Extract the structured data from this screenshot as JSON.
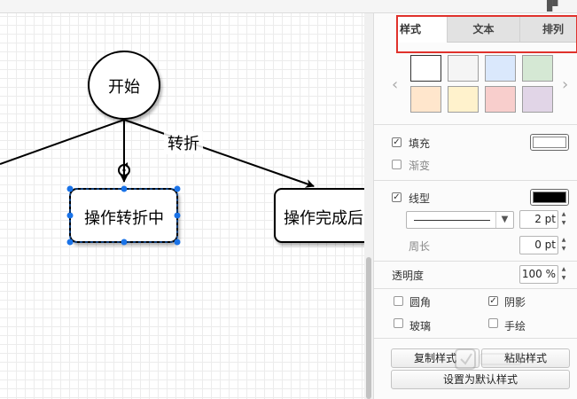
{
  "canvas": {
    "nodes": {
      "start": "开始",
      "in_progress": "操作转折中",
      "done_partial": "操作完成后"
    },
    "edge_label": "转折"
  },
  "panel": {
    "tabs": [
      {
        "label": "样式",
        "active": true
      },
      {
        "label": "文本",
        "active": false
      },
      {
        "label": "排列",
        "active": false
      }
    ],
    "swatches": [
      {
        "fill": "#ffffff",
        "border": "#333333"
      },
      {
        "fill": "#f5f5f5",
        "border": "#9e9e9e"
      },
      {
        "fill": "#dae8fc",
        "border": "#9e9e9e"
      },
      {
        "fill": "#d5e8d4",
        "border": "#9e9e9e"
      },
      {
        "fill": "#ffe6cc",
        "border": "#9e9e9e"
      },
      {
        "fill": "#fff2cc",
        "border": "#9e9e9e"
      },
      {
        "fill": "#f8cecc",
        "border": "#9e9e9e"
      },
      {
        "fill": "#e1d5e7",
        "border": "#9e9e9e"
      }
    ],
    "fill": {
      "label": "填充",
      "checked": true,
      "color": "#ffffff"
    },
    "gradient": {
      "label": "渐变",
      "checked": false
    },
    "line": {
      "label": "线型",
      "checked": true,
      "color": "#000000",
      "width": "2 pt"
    },
    "perimeter": {
      "label": "周长",
      "value": "0 pt"
    },
    "opacity": {
      "label": "透明度",
      "value": "100 %"
    },
    "rounded": {
      "label": "圆角",
      "checked": false
    },
    "shadow": {
      "label": "阴影",
      "checked": true
    },
    "glass": {
      "label": "玻璃",
      "checked": false
    },
    "sketch": {
      "label": "手绘",
      "checked": false
    },
    "buttons": {
      "copy_style": "复制样式",
      "paste_style": "粘贴样式",
      "set_default": "设置为默认样式"
    }
  },
  "colors": {
    "selection": "#1a73e8",
    "tab_highlight": "#e0322c"
  }
}
